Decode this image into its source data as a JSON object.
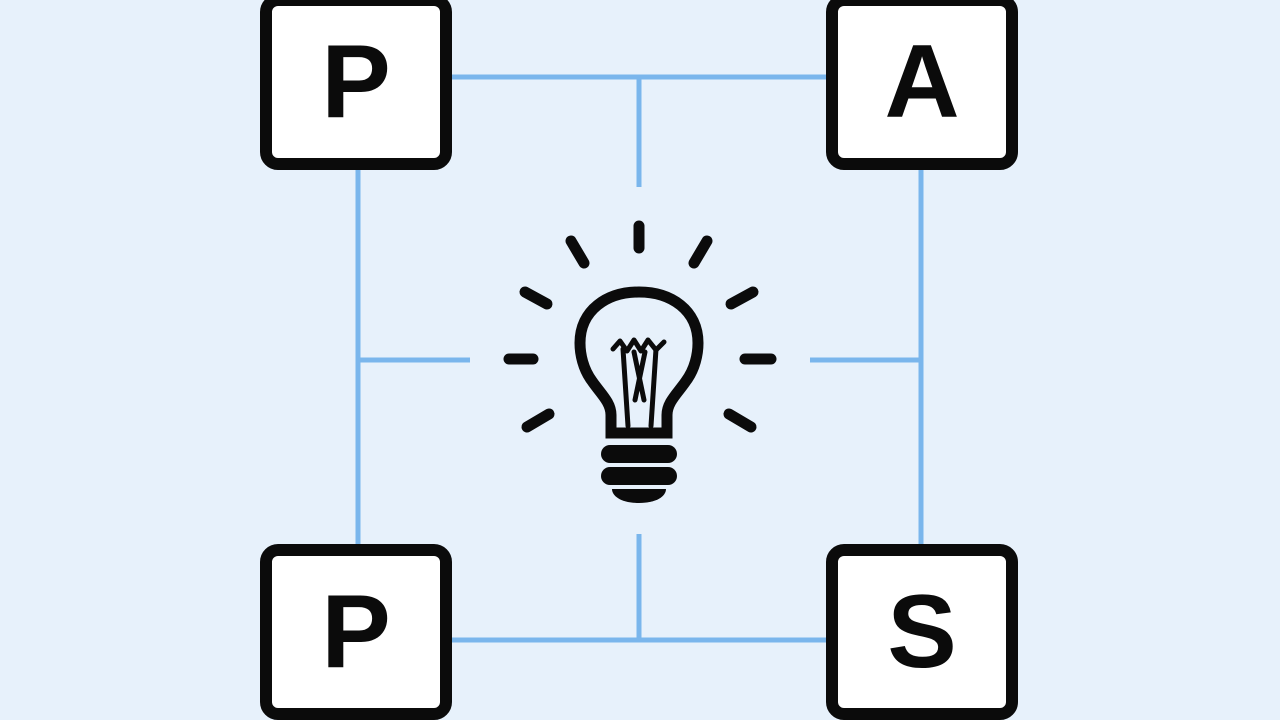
{
  "diagram": {
    "boxes": [
      {
        "id": "top-left",
        "letter": "P"
      },
      {
        "id": "top-right",
        "letter": "A"
      },
      {
        "id": "bottom-left",
        "letter": "P"
      },
      {
        "id": "bottom-right",
        "letter": "S"
      }
    ],
    "center_icon": "lightbulb-icon"
  },
  "colors": {
    "background": "#e7f1fb",
    "connector": "#7ab6ec",
    "box_border": "#0b0b0b",
    "box_fill": "#ffffff",
    "icon": "#0b0b0b"
  }
}
